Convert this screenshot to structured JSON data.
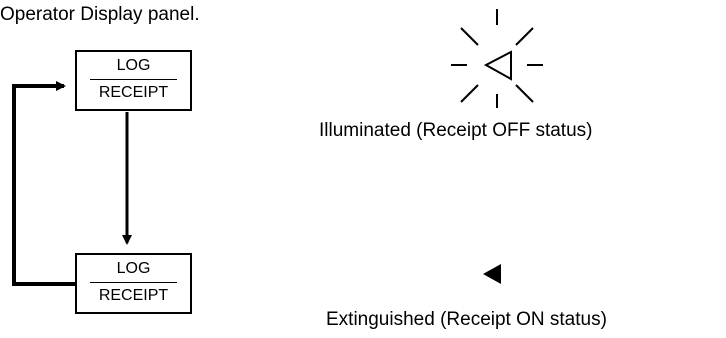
{
  "heading": "Operator Display panel.",
  "key_top": {
    "line1": "LOG",
    "line2": "RECEIPT"
  },
  "key_bottom": {
    "line1": "LOG",
    "line2": "RECEIPT"
  },
  "indicator_on": {
    "caption": "Illuminated (Receipt OFF status)"
  },
  "indicator_off": {
    "caption": "Extinguished (Receipt ON status)"
  },
  "icons": {
    "illuminated": "lamp-illuminated-icon",
    "extinguished": "lamp-extinguished-icon"
  }
}
